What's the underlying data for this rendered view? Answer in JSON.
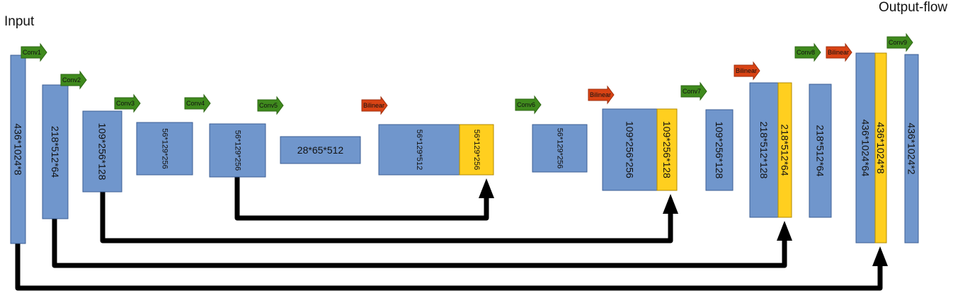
{
  "labels": {
    "input": "Input",
    "output": "Output-flow"
  },
  "colors": {
    "block": "#7096cc",
    "block_stroke": "#3c5f95",
    "skip": "#ffcf1f",
    "skip_stroke": "#b08a00",
    "conv_arrow": "#3f8a1d",
    "bilinear_arrow": "#d94314",
    "connection": "#000000"
  },
  "blocks": [
    {
      "id": "b1",
      "text": "436*1024*8",
      "kind": "feature",
      "orient": "vertical"
    },
    {
      "id": "b2",
      "text": "218*512*64",
      "kind": "feature",
      "orient": "vertical"
    },
    {
      "id": "b3",
      "text": "109*256*128",
      "kind": "feature",
      "orient": "vertical"
    },
    {
      "id": "b4",
      "text": "56*129*256",
      "kind": "feature",
      "orient": "vertical"
    },
    {
      "id": "b5",
      "text": "56*129*256",
      "kind": "feature",
      "orient": "vertical"
    },
    {
      "id": "b6",
      "text": "28*65*512",
      "kind": "feature",
      "orient": "horizontal"
    },
    {
      "id": "b7",
      "text": "56*129*512",
      "kind": "feature",
      "orient": "vertical"
    },
    {
      "id": "b8",
      "text": "56*129*256",
      "kind": "skip",
      "orient": "vertical"
    },
    {
      "id": "b9",
      "text": "56*129*256",
      "kind": "feature",
      "orient": "vertical"
    },
    {
      "id": "b10",
      "text": "109*256*256",
      "kind": "feature",
      "orient": "vertical"
    },
    {
      "id": "b11",
      "text": "109*256*128",
      "kind": "skip",
      "orient": "vertical"
    },
    {
      "id": "b12",
      "text": "109*256*128",
      "kind": "feature",
      "orient": "vertical"
    },
    {
      "id": "b13",
      "text": "218*512*128",
      "kind": "feature",
      "orient": "vertical"
    },
    {
      "id": "b14",
      "text": "218*512*64",
      "kind": "skip",
      "orient": "vertical"
    },
    {
      "id": "b15",
      "text": "218*512*64",
      "kind": "feature",
      "orient": "vertical"
    },
    {
      "id": "b16",
      "text": "436*1024*64",
      "kind": "feature",
      "orient": "vertical"
    },
    {
      "id": "b17",
      "text": "436*1024*8",
      "kind": "skip",
      "orient": "vertical"
    },
    {
      "id": "b18",
      "text": "436*1024*2",
      "kind": "feature",
      "orient": "vertical"
    }
  ],
  "ops": [
    {
      "id": "conv1",
      "text": "Conv1",
      "type": "conv"
    },
    {
      "id": "conv2",
      "text": "Conv2",
      "type": "conv"
    },
    {
      "id": "conv3",
      "text": "Conv3",
      "type": "conv"
    },
    {
      "id": "conv4",
      "text": "Conv4",
      "type": "conv"
    },
    {
      "id": "conv5",
      "text": "Conv5",
      "type": "conv"
    },
    {
      "id": "bil1",
      "text": "Bilinear",
      "type": "bilinear"
    },
    {
      "id": "conv6",
      "text": "Conv6",
      "type": "conv"
    },
    {
      "id": "bil2",
      "text": "Bilinear",
      "type": "bilinear"
    },
    {
      "id": "conv7",
      "text": "Conv7",
      "type": "conv"
    },
    {
      "id": "bil3",
      "text": "Bilinear",
      "type": "bilinear"
    },
    {
      "id": "conv8",
      "text": "Conv8",
      "type": "conv"
    },
    {
      "id": "bil4",
      "text": "Bilinear",
      "type": "bilinear"
    },
    {
      "id": "conv9",
      "text": "Conv9",
      "type": "conv"
    }
  ],
  "connections": [
    {
      "id": "skip1",
      "from": "b5",
      "to": "b8"
    },
    {
      "id": "skip2",
      "from": "b3",
      "to": "b11"
    },
    {
      "id": "skip3",
      "from": "b2",
      "to": "b14"
    },
    {
      "id": "skip4",
      "from": "b1",
      "to": "b17"
    }
  ]
}
